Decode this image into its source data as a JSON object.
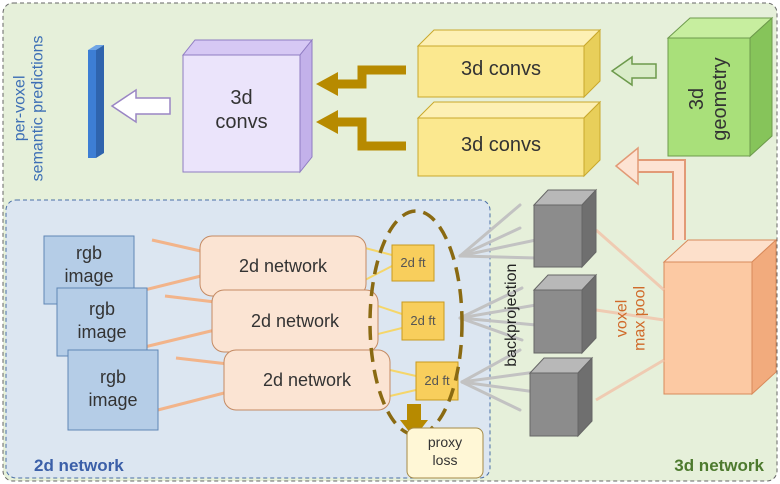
{
  "diagram": {
    "per_voxel_label": "per-voxel\nsemantic predictions",
    "conv3d_center": "3d\nconvs",
    "conv3d_top": "3d convs",
    "conv3d_bottom": "3d convs",
    "geometry_3d": "3d\ngeometry",
    "rgb_image": "rgb\nimage",
    "network_2d": "2d network",
    "feature_2d": "2d ft",
    "backprojection": "backprojection",
    "voxel_max_pool": "voxel\nmax pool",
    "proxy_loss": "proxy\nloss",
    "region_2d": "2d network",
    "region_3d": "3d network"
  },
  "colors": {
    "region_3d_bg": "#e6f0da",
    "region_2d_bg": "#dce6f1",
    "region_2d_title": "#3b5fa8",
    "region_3d_title": "#4d7a2e",
    "conv_purple": "#ebe4fb",
    "conv_yellow": "#fbe88f",
    "geometry_green": "#a9e07a",
    "pool_orange": "#fcc9a3",
    "network_peach": "#fbe4d3",
    "rgb_blue": "#b5cde7",
    "feature_yellow": "#f8ce5c",
    "voxel_grey": "#8c8c8c",
    "arrow_gold": "#b78a00",
    "prediction_blue": "#3d7ed4"
  }
}
